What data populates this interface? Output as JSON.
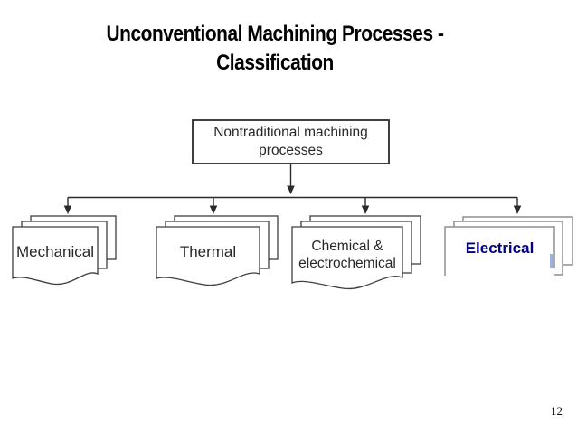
{
  "slide": {
    "title": "Unconventional Machining Processes - Classification",
    "page_number": "12"
  },
  "diagram": {
    "root_box": {
      "line1": "Nontraditional machining",
      "line2": "processes"
    },
    "branches": [
      {
        "line1": "Mechanical"
      },
      {
        "line1": "Thermal"
      },
      {
        "line1": "Chemical &",
        "line2": "electrochemical"
      },
      {
        "line1": "Electrical"
      }
    ],
    "colors": {
      "ink": "#2b2b2b",
      "card_border": "#3f3f3f",
      "electrical_border": "#8f8f8f",
      "electrical_text": "#00008B",
      "cursor_artifact": "#9db3de",
      "title_text": "#000000"
    }
  }
}
